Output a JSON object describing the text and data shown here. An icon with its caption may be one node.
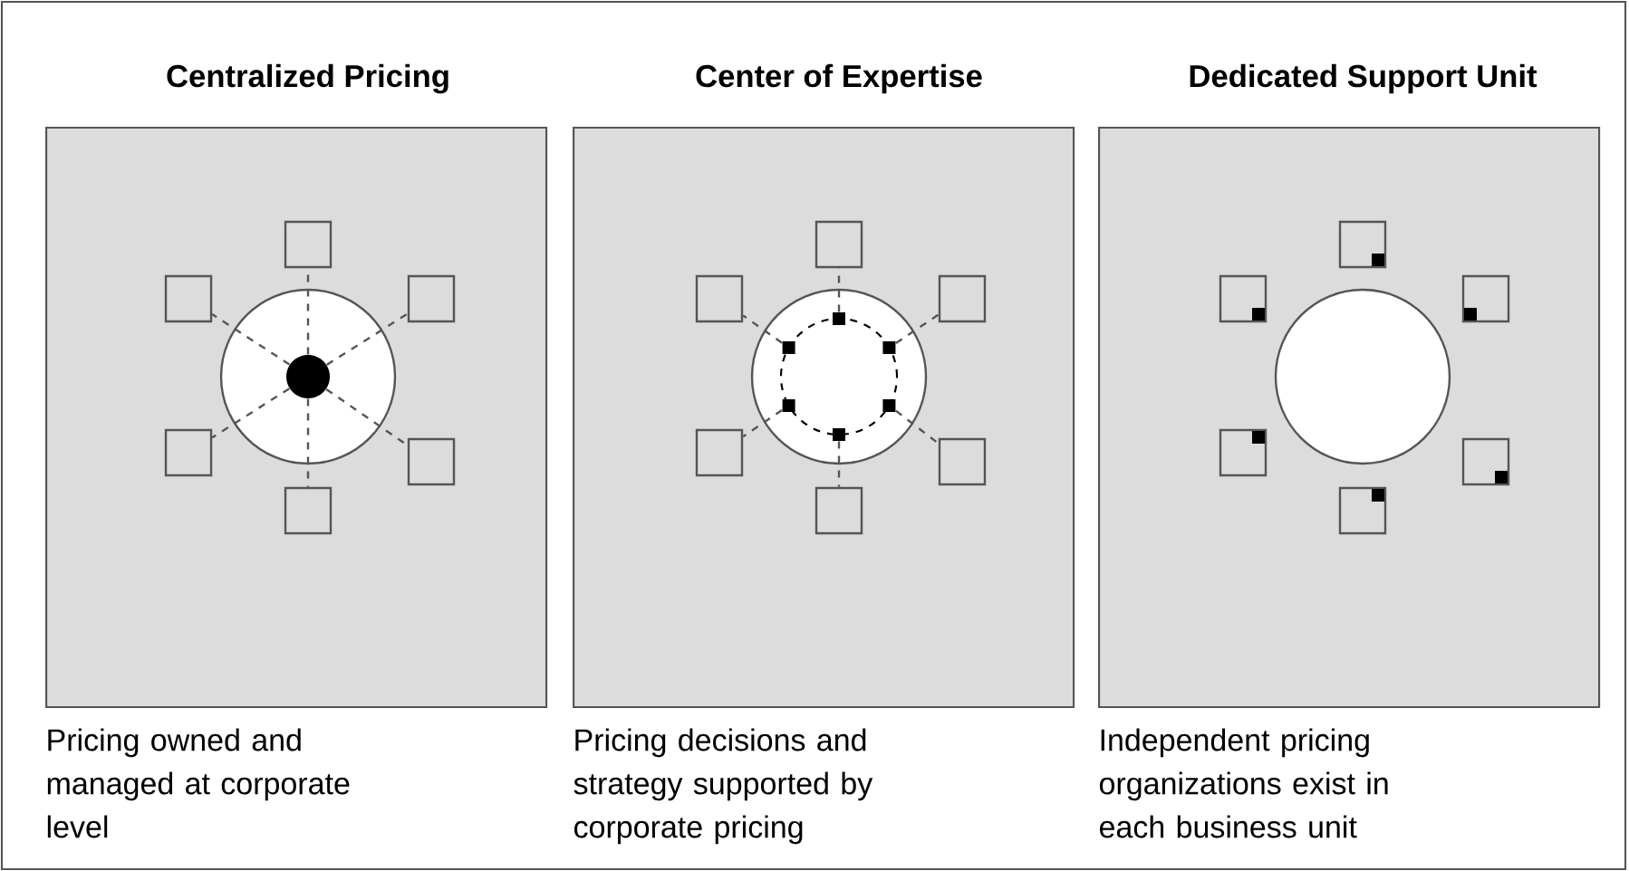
{
  "diagram": {
    "nodes": [
      {
        "text": [
          "Centralized Pricing"
        ],
        "beside": [
          "Pricing owned and managed at corporate level"
        ]
      },
      {
        "text": [],
        "shape": "circle",
        "in": 0
      },
      {
        "text": [],
        "shape": "circle",
        "in": 1
      },
      {
        "text": [],
        "shape": "box",
        "in": 0
      },
      {
        "text": [],
        "shape": "box",
        "in": 0
      },
      {
        "text": [],
        "shape": "box",
        "in": 0
      },
      {
        "text": [],
        "shape": "box",
        "in": 0
      },
      {
        "text": [],
        "shape": "box",
        "in": 0
      },
      {
        "text": [],
        "shape": "box",
        "in": 0
      },
      {
        "text": [
          "Center of Expertise"
        ],
        "beside": [
          "Pricing decisions and strategy supported by corporate pricing"
        ]
      },
      {
        "text": [],
        "shape": "circle",
        "in": 9
      },
      {
        "text": [],
        "shape": "box",
        "in": 10
      },
      {
        "text": [],
        "shape": "box",
        "in": 10
      },
      {
        "text": [],
        "shape": "box",
        "in": 10
      },
      {
        "text": [],
        "shape": "box",
        "in": 10
      },
      {
        "text": [],
        "shape": "box",
        "in": 10
      },
      {
        "text": [],
        "shape": "box",
        "in": 10
      },
      {
        "text": [],
        "shape": "box",
        "in": 9
      },
      {
        "text": [],
        "shape": "box",
        "in": 9
      },
      {
        "text": [],
        "shape": "box",
        "in": 9
      },
      {
        "text": [],
        "shape": "box",
        "in": 9
      },
      {
        "text": [],
        "shape": "box",
        "in": 9
      },
      {
        "text": [],
        "shape": "box",
        "in": 9
      },
      {
        "text": [
          "Dedicated Support Unit"
        ],
        "beside": [
          "Independent pricing organizations exist in each business unit"
        ]
      },
      {
        "text": [],
        "shape": "circle",
        "in": 23
      },
      {
        "text": [],
        "shape": "box",
        "in": 23
      },
      {
        "text": [],
        "shape": "box",
        "in": 23
      },
      {
        "text": [],
        "shape": "box",
        "in": 23
      },
      {
        "text": [],
        "shape": "box",
        "in": 23
      },
      {
        "text": [],
        "shape": "box",
        "in": 23
      },
      {
        "text": [],
        "shape": "box",
        "in": 23
      }
    ],
    "edges": [
      {
        "from": 2,
        "to": 3,
        "arrow": "none",
        "style": "dashed"
      },
      {
        "from": 2,
        "to": 4,
        "arrow": "none",
        "style": "dashed"
      },
      {
        "from": 2,
        "to": 5,
        "arrow": "none",
        "style": "dashed"
      },
      {
        "from": 2,
        "to": 6,
        "arrow": "none",
        "style": "dashed"
      },
      {
        "from": 2,
        "to": 7,
        "arrow": "none",
        "style": "dashed"
      },
      {
        "from": 2,
        "to": 8,
        "arrow": "none",
        "style": "dashed"
      },
      {
        "from": 11,
        "to": 17,
        "arrow": "none",
        "style": "dashed"
      },
      {
        "from": 12,
        "to": 18,
        "arrow": "none",
        "style": "dashed"
      },
      {
        "from": 13,
        "to": 19,
        "arrow": "none",
        "style": "dashed"
      },
      {
        "from": 14,
        "to": 20,
        "arrow": "none",
        "style": "dashed"
      },
      {
        "from": 15,
        "to": 21,
        "arrow": "none",
        "style": "dashed"
      },
      {
        "from": 16,
        "to": 22,
        "arrow": "none",
        "style": "dashed"
      }
    ]
  }
}
